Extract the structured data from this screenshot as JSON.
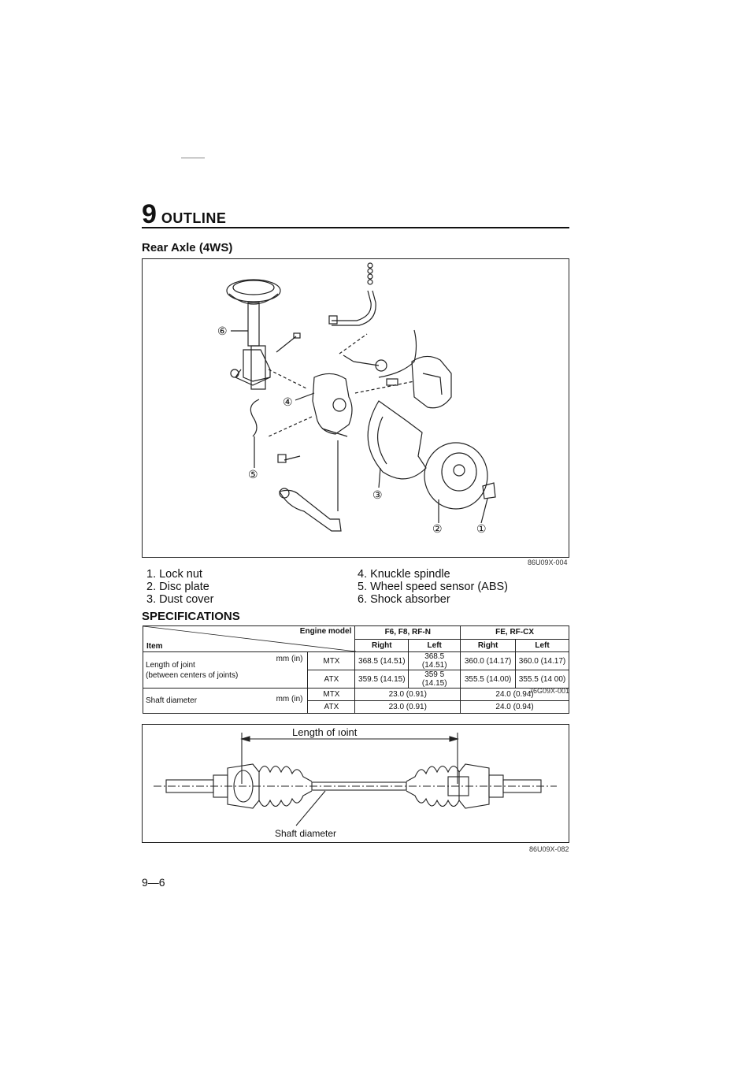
{
  "header": {
    "chapter_number": "9",
    "chapter_title": "OUTLINE"
  },
  "rear_axle": {
    "heading": "Rear Axle (4WS)",
    "figure_code": "86U09X-004",
    "callouts": [
      "①",
      "②",
      "③",
      "④",
      "⑤",
      "⑥"
    ],
    "legend_left": [
      "1. Lock nut",
      "2. Disc plate",
      "3. Dust cover"
    ],
    "legend_right": [
      "4. Knuckle spindle",
      "5. Wheel speed sensor (ABS)",
      "6. Shock absorber"
    ]
  },
  "specifications": {
    "heading": "SPECIFICATIONS",
    "engine_model_label": "Engine model",
    "item_label": "Item",
    "group1": "F6, F8, RF-N",
    "group2": "FE, RF-CX",
    "right": "Right",
    "left": "Left",
    "length_label_1": "Length of joint",
    "length_label_2": "(between centers of joints)",
    "unit": "mm (in)",
    "shaft_label": "Shaft diameter",
    "mtx": "MTX",
    "atx": "ATX",
    "rows": {
      "len_mtx": [
        "368.5 (14.51)",
        "368.5 (14.51)",
        "360.0 (14.17)",
        "360.0 (14.17)"
      ],
      "len_atx": [
        "359.5 (14.15)",
        "359 5 (14.15)",
        "355.5 (14.00)",
        "355.5 (14 00)"
      ],
      "shaft_mtx": [
        "23.0 (0.91)",
        "24.0 (0.94)"
      ],
      "shaft_atx": [
        "23.0 (0.91)",
        "24.0 (0.94)"
      ]
    },
    "table_code": "76G09X-001"
  },
  "driveshaft_figure": {
    "length_label": "Length of ıoint",
    "shaft_label": "Shaft diameter",
    "figure_code": "86U09X-082"
  },
  "footer": {
    "page_number": "9—6"
  }
}
